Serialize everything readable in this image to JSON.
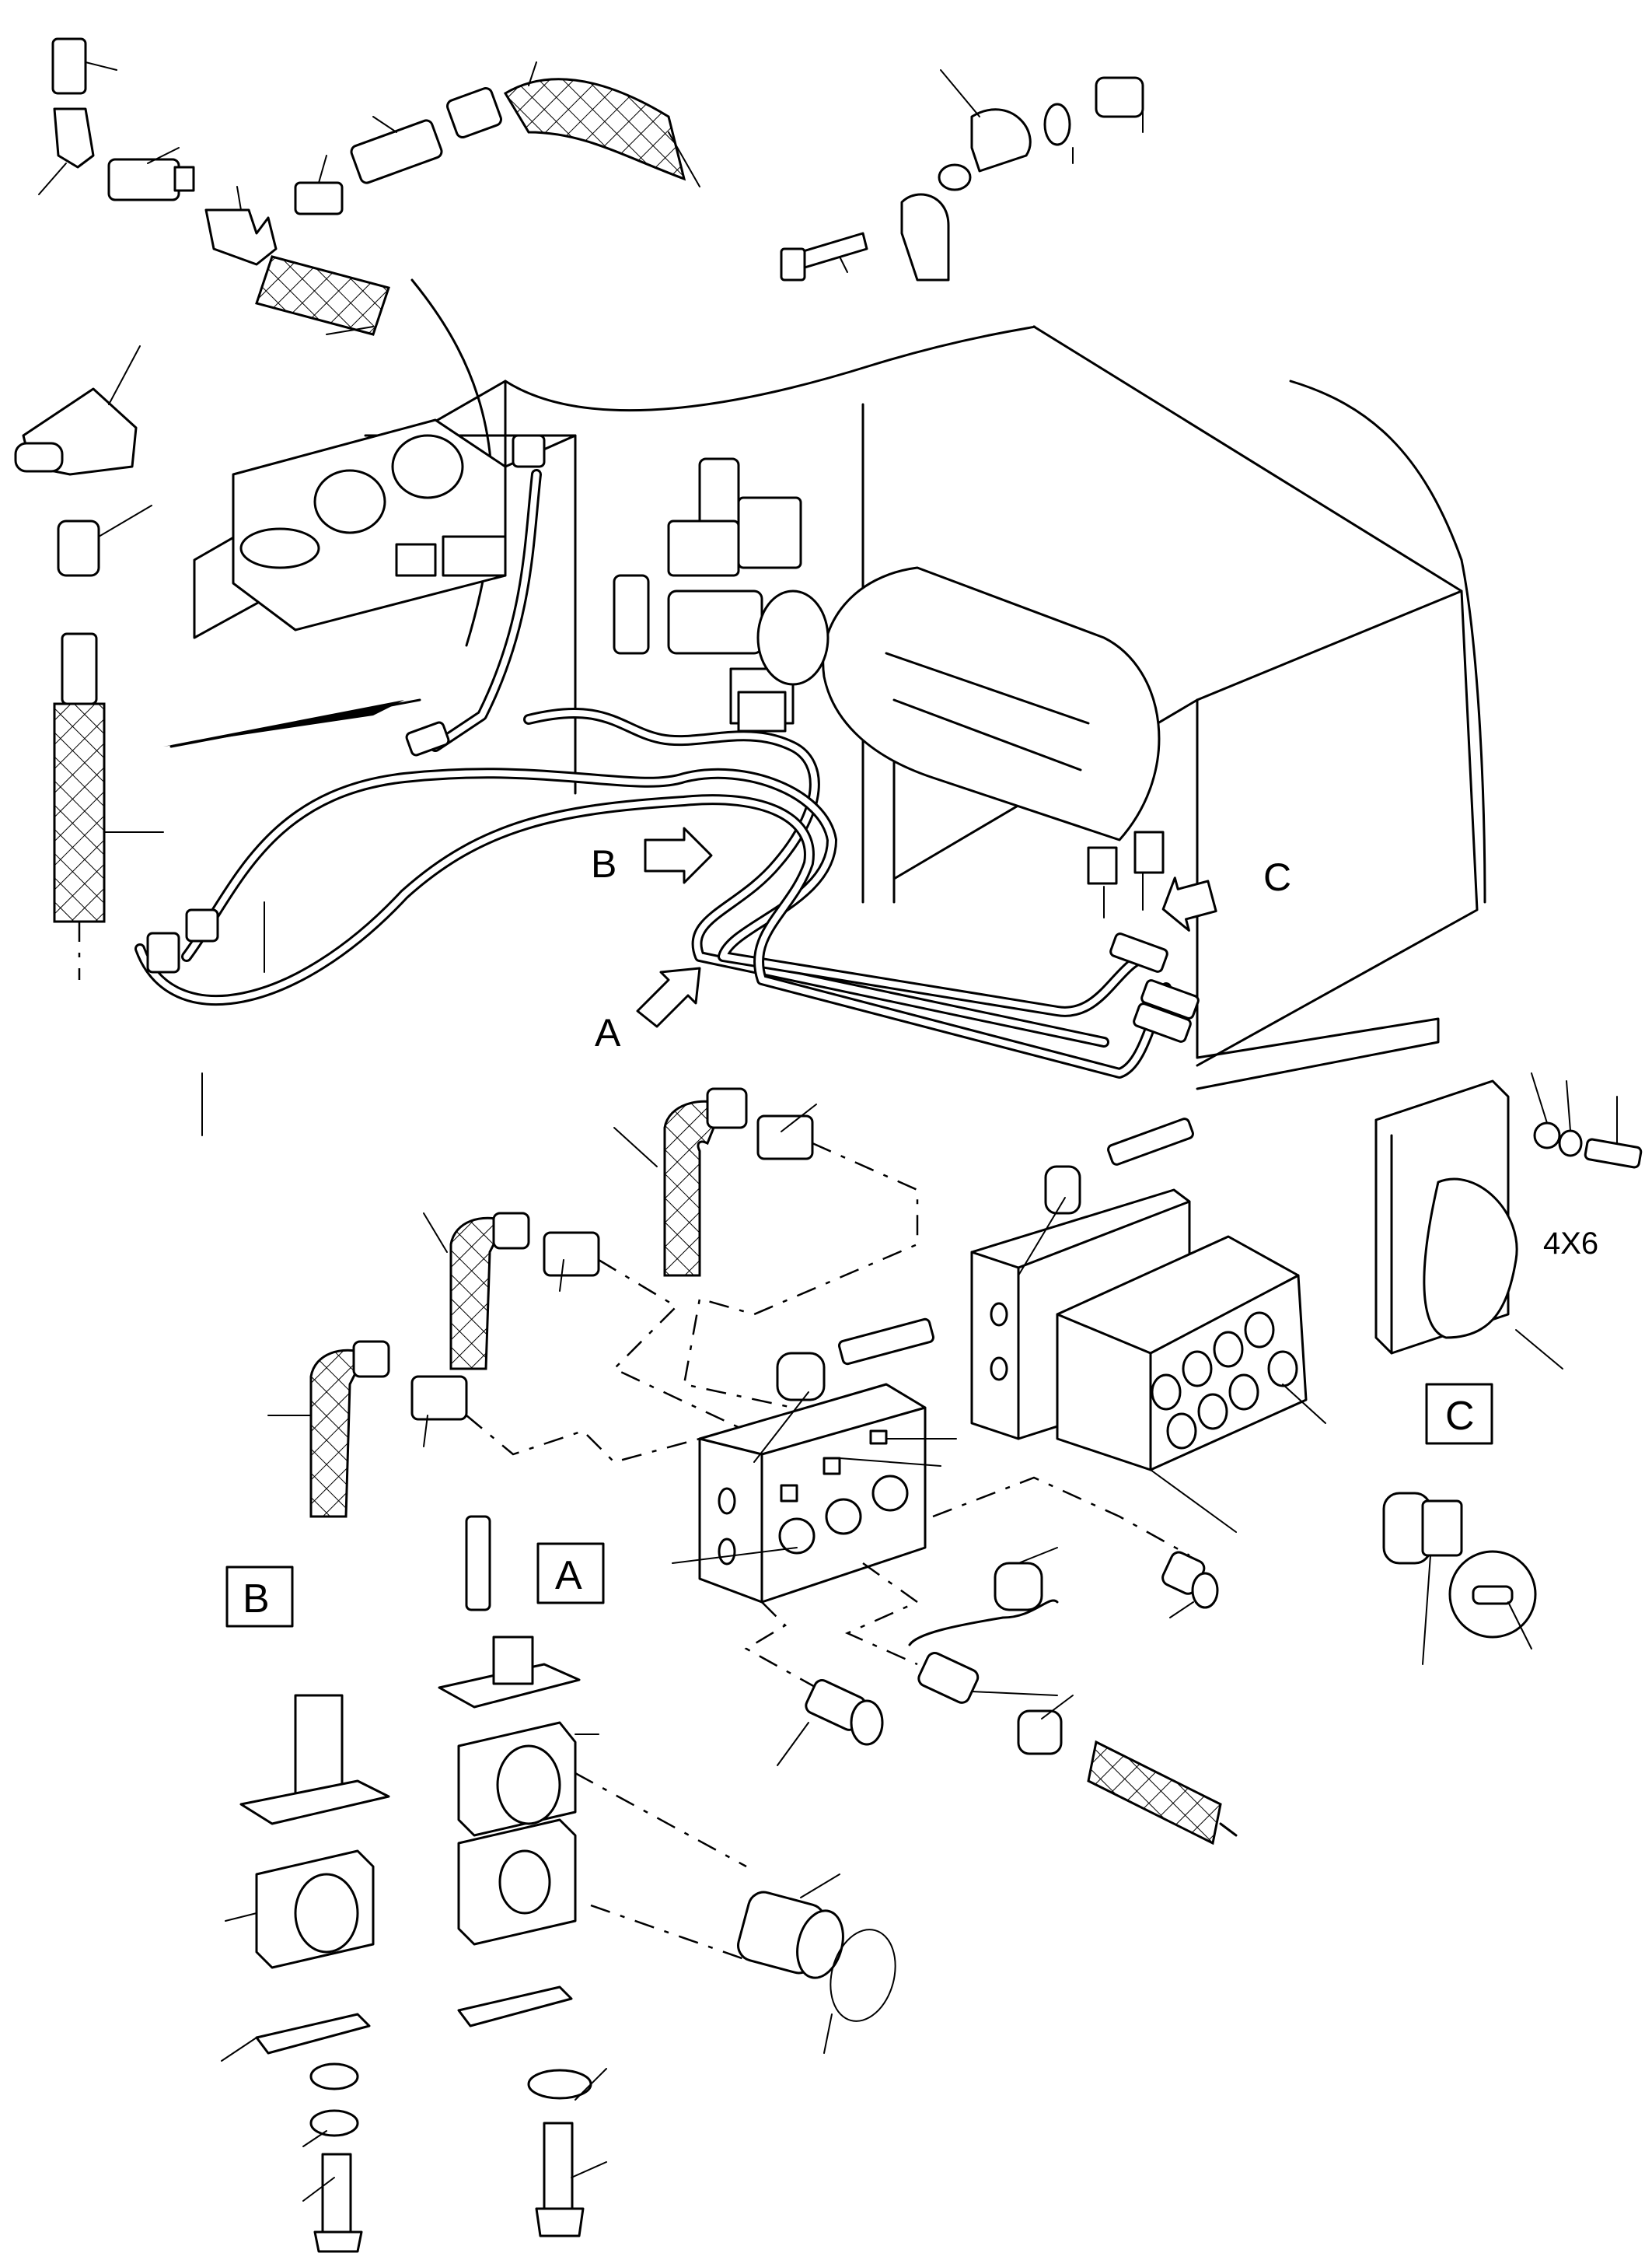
{
  "views": {
    "A": {
      "arrow_label": "A",
      "box_label": "A"
    },
    "B": {
      "arrow_label": "B",
      "box_label": "B"
    },
    "C": {
      "arrow_label": "C",
      "box_label": "C"
    }
  },
  "quantity_note": "4X6"
}
